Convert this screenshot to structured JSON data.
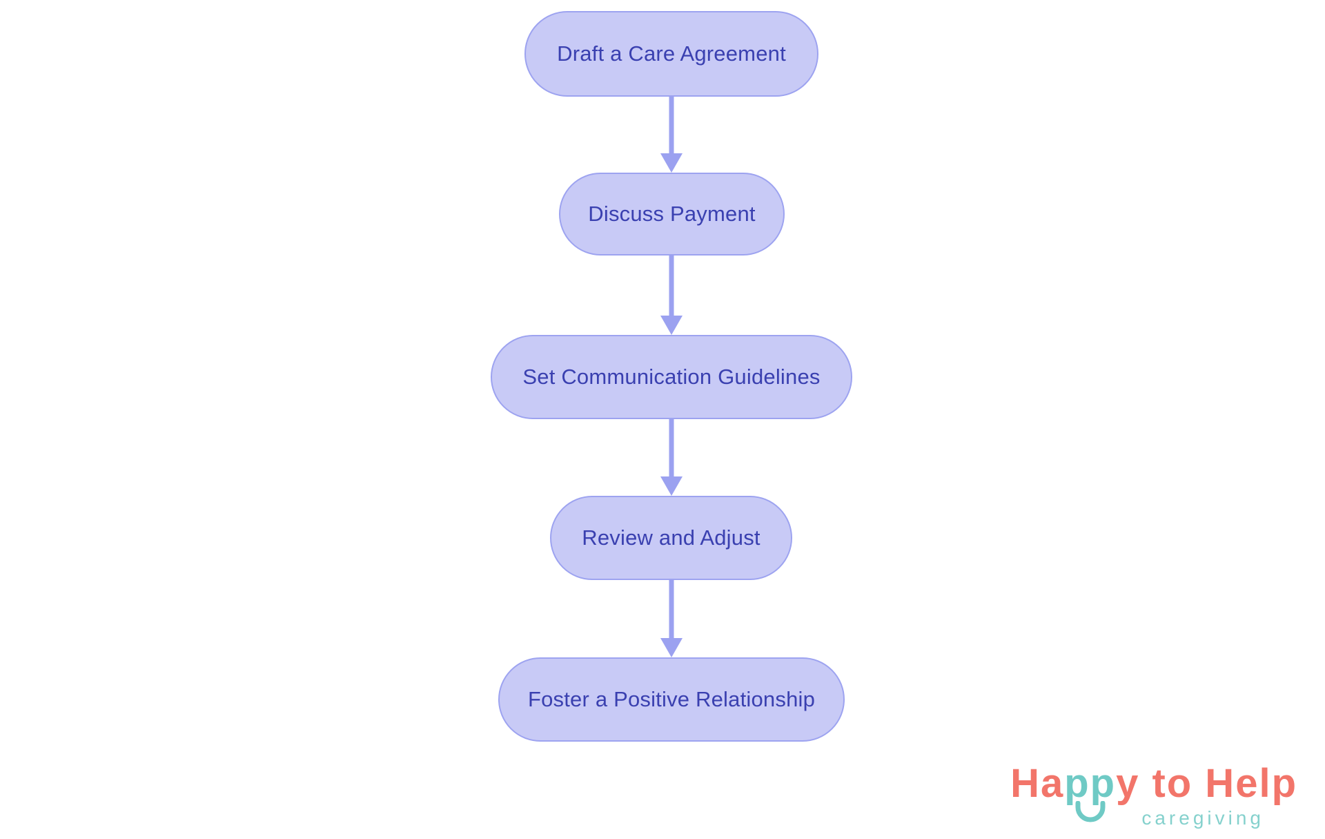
{
  "flowchart": {
    "nodes": [
      {
        "label": "Draft a Care Agreement"
      },
      {
        "label": "Discuss Payment"
      },
      {
        "label": "Set Communication Guidelines"
      },
      {
        "label": "Review and Adjust"
      },
      {
        "label": "Foster a Positive Relationship"
      }
    ],
    "edges": [
      "Draft a Care Agreement -> Discuss Payment",
      "Discuss Payment -> Set Communication Guidelines",
      "Set Communication Guidelines -> Review and Adjust",
      "Review and Adjust -> Foster a Positive Relationship"
    ]
  },
  "logo": {
    "brand_segment_1": "Ha",
    "brand_segment_2": "pp",
    "brand_segment_3": "y to Help",
    "tagline": "caregiving",
    "smile_icon": "smile-arc-icon"
  },
  "colors": {
    "background": "#ffffff",
    "node_fill": "#c8caf6",
    "node_border": "#9da3f0",
    "node_text": "#3a40b0",
    "arrow": "#9ba1f0",
    "logo_coral": "#f2756a",
    "logo_teal": "#6fcac5",
    "logo_tagline": "#85d1cd"
  }
}
